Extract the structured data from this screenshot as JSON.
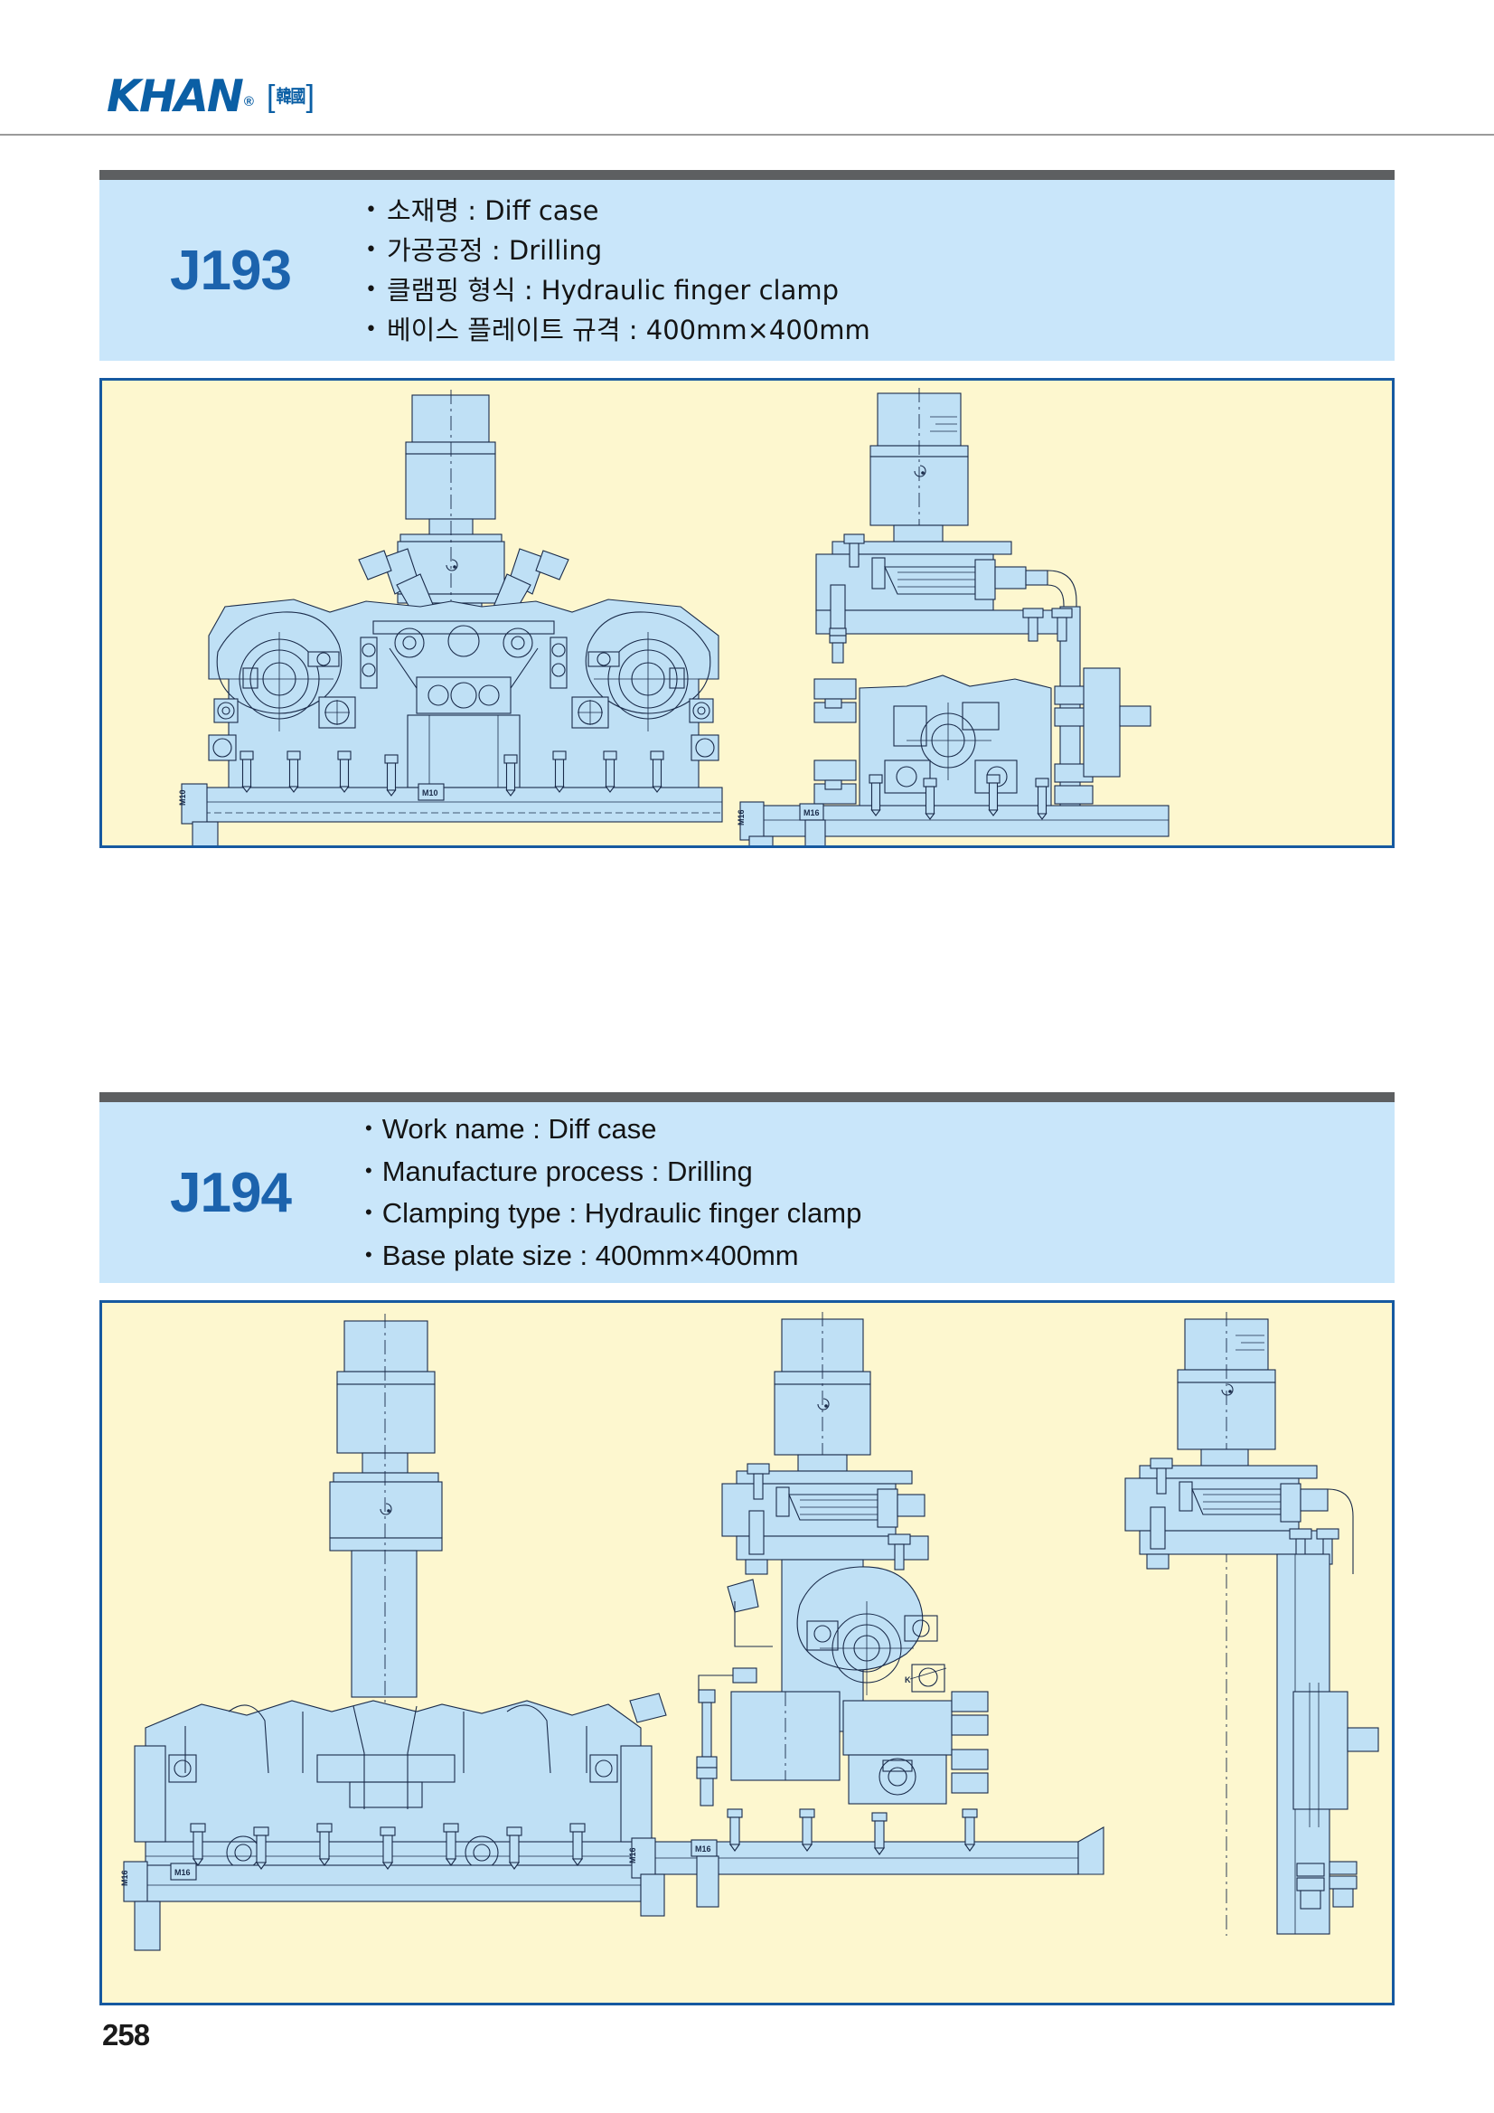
{
  "brand": {
    "logo_text": "KHAN",
    "registered_mark": "®",
    "bracket_open": "[",
    "bracket_close": "]",
    "mark_cjk": "韓國",
    "accent_color": "#0B5FA5"
  },
  "colors": {
    "header_bar": "#c9e6fa",
    "top_bar": "#5d5f61",
    "code_text": "#1c63ad",
    "panel_border": "#1659a0",
    "panel_bg": "#fdf7cf",
    "drawing_fill": "#bfe0f5",
    "drawing_stroke": "#1a2b4a"
  },
  "entries": [
    {
      "code": "J193",
      "language": "ko",
      "specs": [
        {
          "bullet": "•",
          "text": "소재명 : Diff case"
        },
        {
          "bullet": "•",
          "text": "가공공정 : Drilling"
        },
        {
          "bullet": "•",
          "text": "클램핑 형식 : Hydraulic finger clamp"
        },
        {
          "bullet": "•",
          "text": "베이스 플레이트 규격 : 400mm×400mm"
        }
      ],
      "drawing_labels": [
        "M10",
        "M16"
      ]
    },
    {
      "code": "J194",
      "language": "en",
      "specs": [
        {
          "bullet": "•",
          "text": "Work name : Diff case"
        },
        {
          "bullet": "•",
          "text": "Manufacture process : Drilling"
        },
        {
          "bullet": "•",
          "text": "Clamping type : Hydraulic finger clamp"
        },
        {
          "bullet": "•",
          "text": "Base plate size : 400mm×400mm"
        }
      ],
      "drawing_labels": [
        "M16",
        "M16",
        "K"
      ]
    }
  ],
  "footer": {
    "page_number": "258"
  }
}
